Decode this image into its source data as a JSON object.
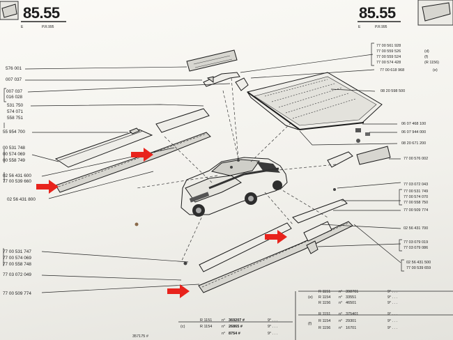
{
  "header": {
    "left_page": "85.55",
    "left_sub_e": "E",
    "left_sub_ref": "P.R.995",
    "right_page": "85.55",
    "right_sub_e": "E",
    "right_sub_ref": "P.R.995"
  },
  "left_refs": {
    "r1": "576 001",
    "r2": "007 037",
    "r3": "007 037",
    "r4": "016 028",
    "r5": "531 750",
    "r6": "574 071",
    "r7": "558 751",
    "r8": "55 954 700",
    "r9": "00 531 748",
    "r10": "00 574 069",
    "r11": "00 558 749",
    "r12": "02 56 431 600",
    "r13": "77 00 539 660",
    "r14": "02 56 431 800",
    "r15": "77 00 531 747",
    "r16": "77 00 574 069",
    "r17": "77 00 558 748",
    "r18": "77 03 072 049",
    "r19": "77 00 509 774"
  },
  "right_refs": {
    "r1": "77 00 561 928",
    "r2": "77 00 559 526",
    "r3": "77 00 559 524",
    "r4": "77 00 574 428",
    "r5": "77 00 618 968",
    "r5b": "(e)",
    "r6": "08 20 598 500",
    "r7": "06 07 468 100",
    "r8": "06 07 944 000",
    "r9": "08 20 671 200",
    "r10": "77 00 576 002",
    "r11": "77 03 072 043",
    "r12": "77 00 531 749",
    "r13": "77 00 574 070",
    "r14": "77 00 558 750",
    "r15": "77 00 509 774",
    "r16": "02 56 431 700",
    "r17": "77 03 079 019",
    "r18": "77 03 079 086",
    "r19": "02 56 431 500",
    "r20": "77 00 539 659"
  },
  "marks": {
    "m1": "(d)",
    "m2": "(f)",
    "m3": "(R 1156)",
    "m4": "(e)"
  },
  "footer": {
    "row_e": [
      {
        "model": "R 1151",
        "no": "398701"
      },
      {
        "model": "R 1154",
        "no": "33551"
      },
      {
        "model": "R 1156",
        "no": "46501"
      }
    ],
    "row_f": [
      {
        "model": "R 1151",
        "no": "375401"
      },
      {
        "model": "R 1154",
        "no": "29301"
      },
      {
        "model": "R 1156",
        "no": "16701"
      }
    ],
    "row_c": [
      {
        "model": "R 1151",
        "no": "369207 #"
      },
      {
        "model": "R 1154",
        "no": "26865 #"
      },
      {
        "model": "",
        "no": "8754 #"
      }
    ],
    "label_e": "(e)",
    "label_f": "(f)",
    "label_c": "(c)",
    "prefix_n": "n°",
    "dots": "9° . . .",
    "cut_text": "357175 #"
  },
  "arrows": {
    "color": "#e8231c"
  }
}
